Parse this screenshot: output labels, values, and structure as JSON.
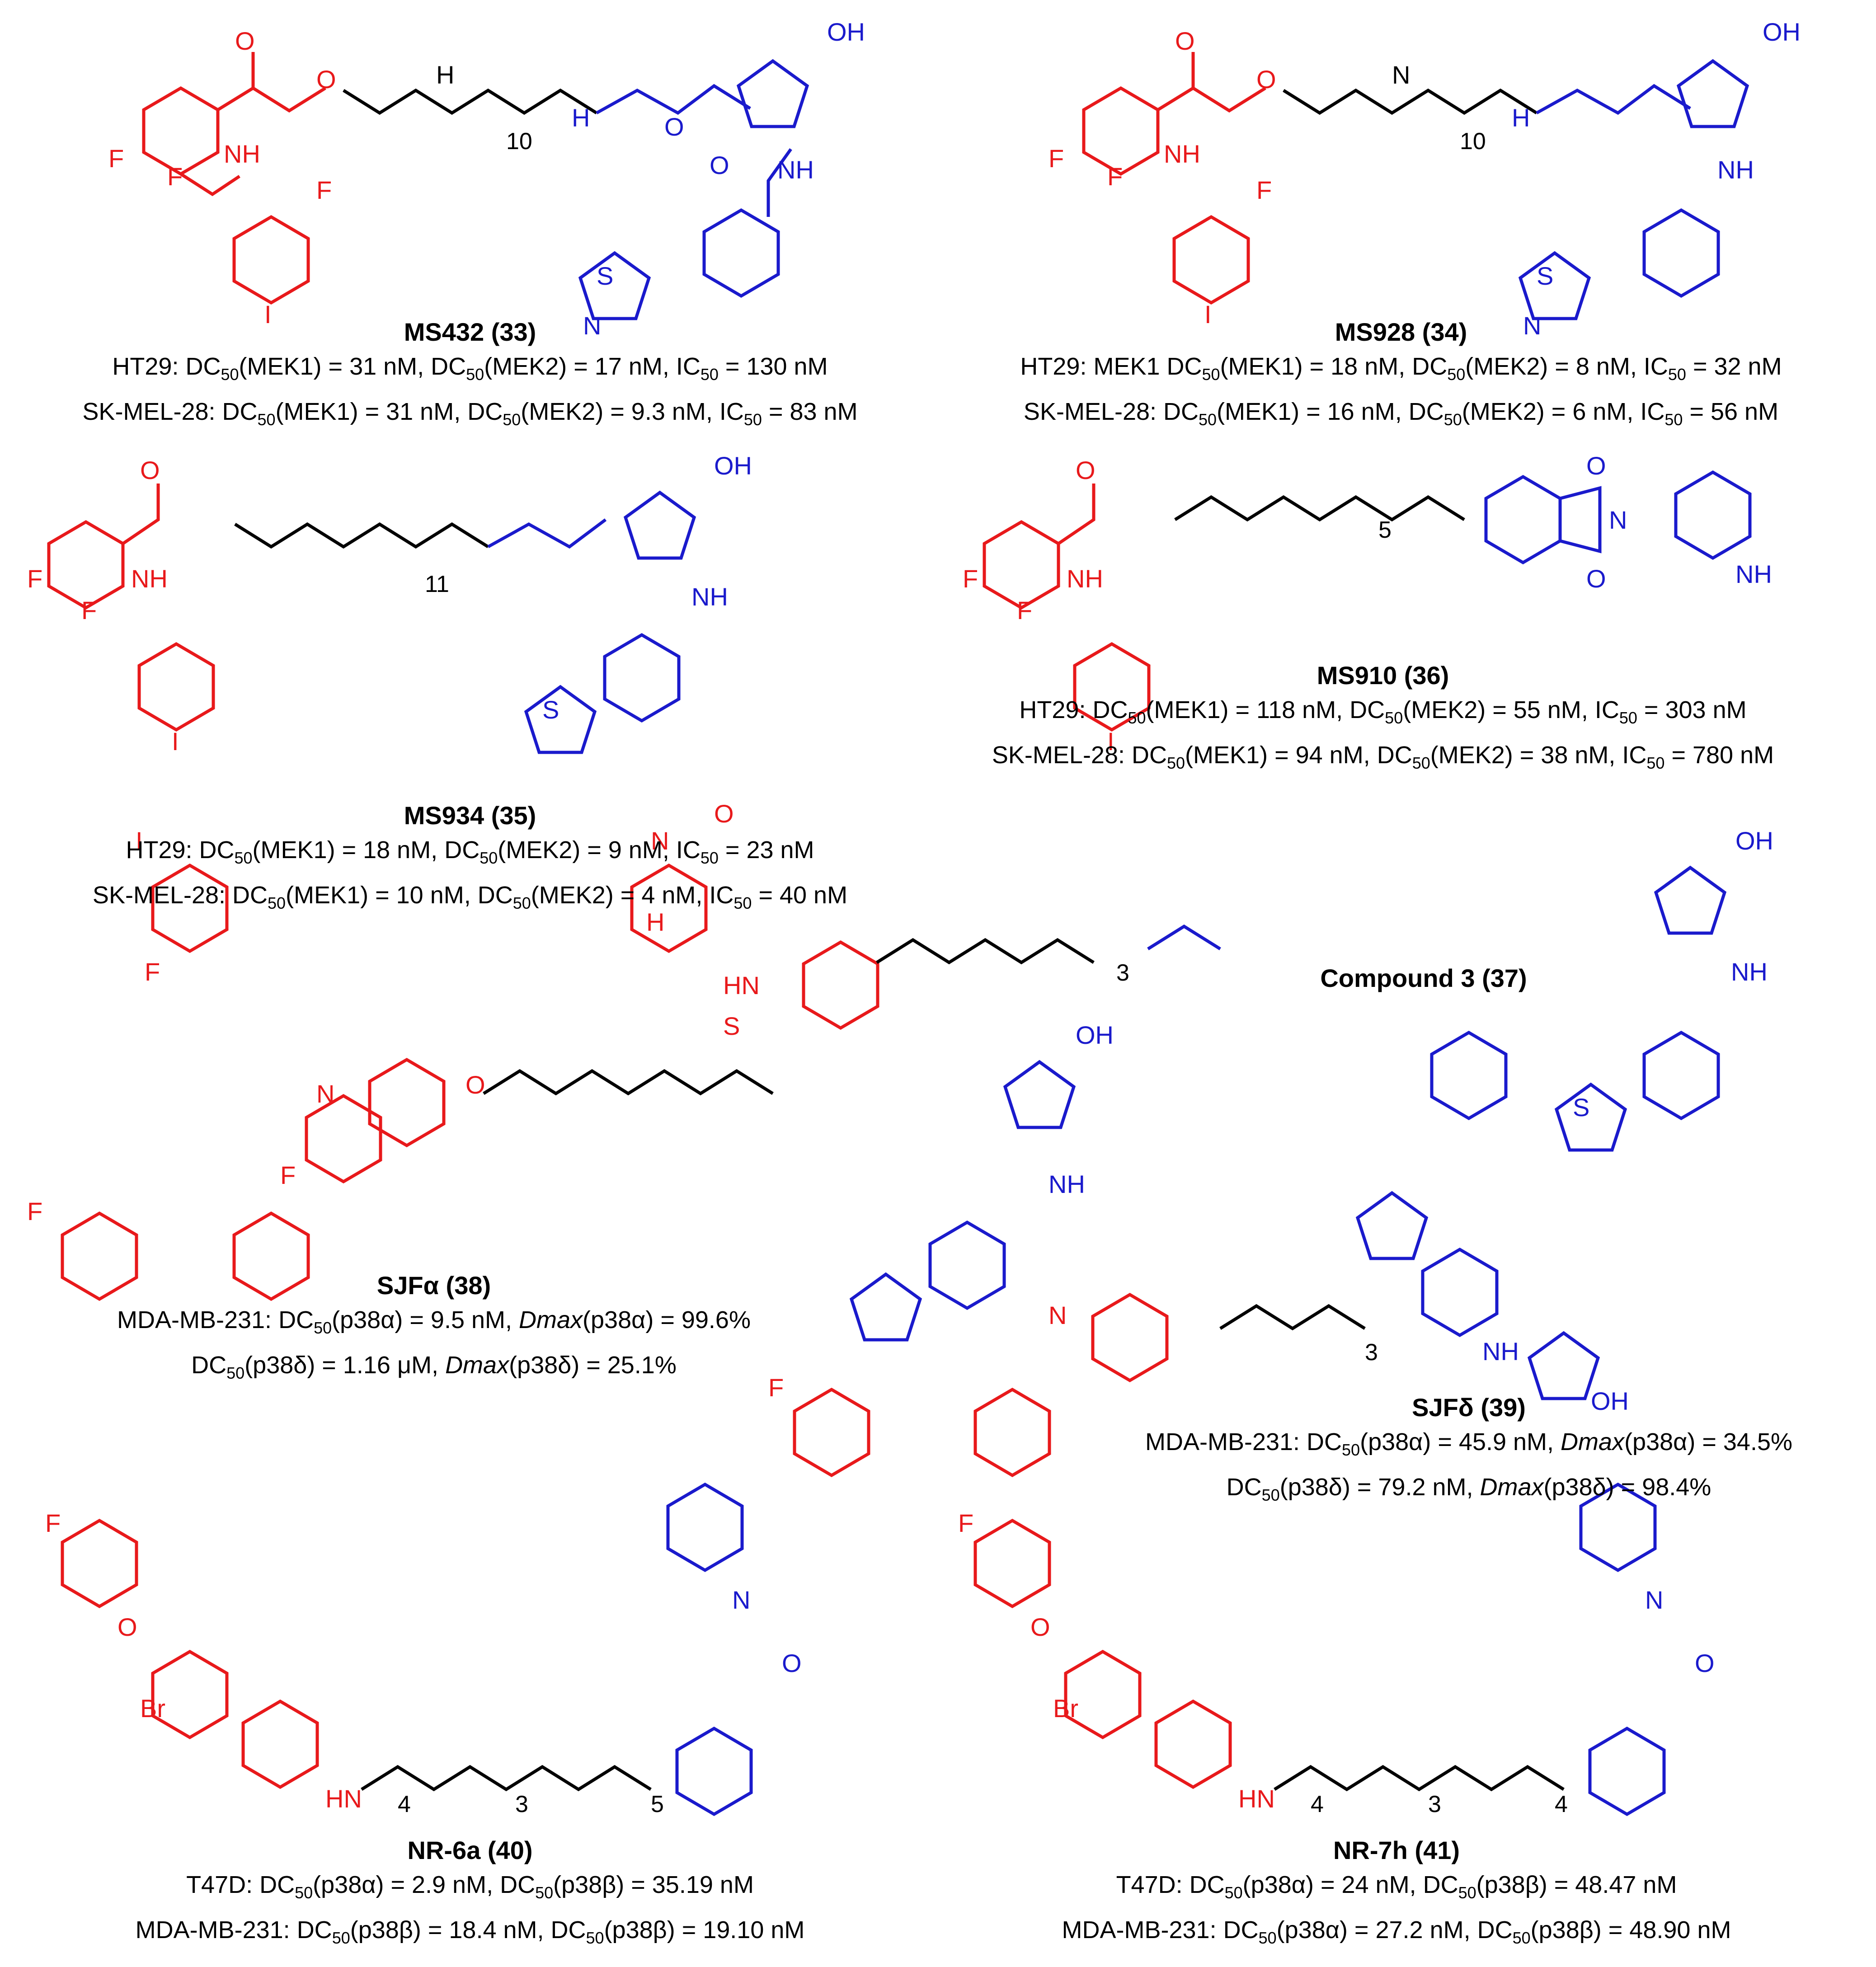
{
  "colors": {
    "warhead": "#e8191b",
    "e3_ligand": "#1a1acc",
    "linker": "#000000"
  },
  "compounds": [
    {
      "name": "MS432 (33)",
      "lines": [
        [
          "HT29: DC",
          "50",
          "(MEK1) = 31 nM, DC",
          "50",
          "(MEK2) = 17 nM, IC",
          "50",
          " = 130 nM"
        ],
        [
          "SK-MEL-28: DC",
          "50",
          "(MEK1) = 31 nM, DC",
          "50",
          "(MEK2) = 9.3 nM, IC",
          "50",
          " = 83 nM"
        ]
      ]
    },
    {
      "name": "MS928 (34)",
      "lines": [
        [
          "HT29: MEK1 DC",
          "50",
          "(MEK1) = 18 nM, DC",
          "50",
          "(MEK2) = 8 nM, IC",
          "50",
          " = 32 nM"
        ],
        [
          "SK-MEL-28: DC",
          "50",
          "(MEK1) = 16 nM, DC",
          "50",
          "(MEK2) = 6 nM, IC",
          "50",
          " = 56 nM"
        ]
      ]
    },
    {
      "name": "MS934 (35)",
      "lines": [
        [
          "HT29: DC",
          "50",
          "(MEK1) = 18 nM, DC",
          "50",
          "(MEK2) = 9 nM, IC",
          "50",
          " = 23 nM"
        ],
        [
          "SK-MEL-28: DC",
          "50",
          "(MEK1) = 10 nM, DC",
          "50",
          "(MEK2) = 4 nM, IC",
          "50",
          " = 40 nM"
        ]
      ]
    },
    {
      "name": "MS910 (36)",
      "lines": [
        [
          "HT29: DC",
          "50",
          "(MEK1) = 118 nM, DC",
          "50",
          "(MEK2) = 55 nM, IC",
          "50",
          " = 303 nM"
        ],
        [
          "SK-MEL-28: DC",
          "50",
          "(MEK1) = 94 nM, DC",
          "50",
          "(MEK2) = 38 nM, IC",
          "50",
          " = 780 nM"
        ]
      ]
    },
    {
      "name": "Compound 3 (37)",
      "lines": []
    },
    {
      "name": "SJFα (38)",
      "lines": [
        [
          "MDA-MB-231: DC",
          "50",
          "(p38α) = 9.5 nM, ",
          "Dmax",
          "(p38α) = 99.6%"
        ],
        [
          "DC",
          "50",
          "(p38δ) = 1.16 μM, ",
          "Dmax",
          "(p38δ) = 25.1%"
        ]
      ]
    },
    {
      "name": "SJFδ (39)",
      "lines": [
        [
          "MDA-MB-231: DC",
          "50",
          "(p38α) = 45.9 nM, ",
          "Dmax",
          "(p38α) = 34.5%"
        ],
        [
          "DC",
          "50",
          "(p38δ) = 79.2 nM, ",
          "Dmax",
          "(p38δ) = 98.4%"
        ]
      ]
    },
    {
      "name": "NR-6a (40)",
      "lines": [
        [
          "T47D: DC",
          "50",
          "(p38α) = 2.9 nM, DC",
          "50",
          "(p38β) = 35.19 nM"
        ],
        [
          "MDA-MB-231: DC",
          "50",
          "(p38β) = 18.4 nM, DC",
          "50",
          "(p38β) = 19.10 nM"
        ]
      ]
    },
    {
      "name": "NR-7h (41)",
      "lines": [
        [
          "T47D: DC",
          "50",
          "(p38α) = 24 nM, DC",
          "50",
          "(p38β) = 48.47 nM"
        ],
        [
          "MDA-MB-231: DC",
          "50",
          "(p38α) = 27.2 nM, DC",
          "50",
          "(p38β) = 48.90 nM"
        ]
      ]
    }
  ],
  "structures": {
    "atoms": {
      "O": "O",
      "OH": "OH",
      "H": "H",
      "N": "N",
      "NH": "NH",
      "HN": "HN",
      "F": "F",
      "I": "I",
      "S": "S",
      "Br": "Br",
      "n10": "10",
      "n11": "11",
      "n5": "5",
      "n3": "3",
      "n4": "4"
    }
  }
}
